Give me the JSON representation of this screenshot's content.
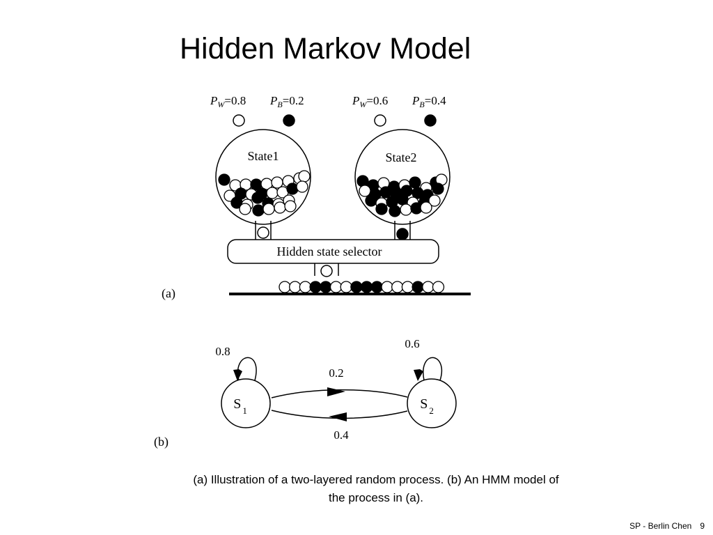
{
  "slide": {
    "title": "Hidden Markov Model",
    "caption_line1": "(a) Illustration of a two-layered random process. (b) An HMM model of",
    "caption_line2": "the process in (a).",
    "footer_text": "SP - Berlin Chen",
    "page_number": "9"
  },
  "figure_a": {
    "panel_label": "(a)",
    "states": [
      {
        "name": "State1",
        "pw_label": "P",
        "pw_sub": "W",
        "pw_value": "=0.8",
        "pb_label": "P",
        "pb_sub": "B",
        "pb_value": "=0.2"
      },
      {
        "name": "State2",
        "pw_label": "P",
        "pw_sub": "W",
        "pw_value": "=0.6",
        "pb_label": "P",
        "pb_sub": "B",
        "pb_value": "=0.4"
      }
    ],
    "selector_label": "Hidden state selector",
    "output_sequence": [
      "W",
      "W",
      "W",
      "B",
      "B",
      "W",
      "W",
      "B",
      "B",
      "B",
      "W",
      "W",
      "W",
      "B",
      "W",
      "W"
    ]
  },
  "figure_b": {
    "panel_label": "(b)",
    "s1_label": "S",
    "s1_sub": "1",
    "s2_label": "S",
    "s2_sub": "2",
    "self_loop_s1": "0.8",
    "self_loop_s2": "0.6",
    "trans_s1_s2": "0.2",
    "trans_s2_s1": "0.4"
  },
  "colors": {
    "white_ball": "#ffffff",
    "black_ball": "#000000",
    "stroke": "#000000"
  }
}
